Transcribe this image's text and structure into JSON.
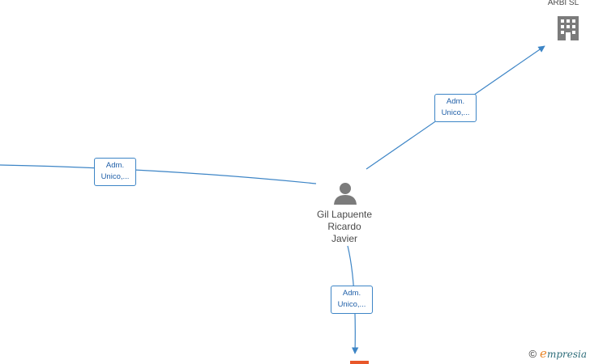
{
  "nodes": {
    "company_top": {
      "label": "ARBI  SL",
      "icon": "building-icon"
    },
    "person_center": {
      "label_lines": [
        "Gil Lapuente",
        "Ricardo",
        "Javier"
      ],
      "icon": "person-icon"
    },
    "company_bottom": {
      "icon": "building-icon"
    }
  },
  "edges": [
    {
      "id": "left",
      "label_lines": [
        "Adm.",
        "Unico,..."
      ]
    },
    {
      "id": "top",
      "label_lines": [
        "Adm.",
        "Unico,..."
      ]
    },
    {
      "id": "bottom",
      "label_lines": [
        "Adm.",
        "Unico,..."
      ]
    }
  ],
  "colors": {
    "edge": "#3d85c6",
    "node_icon": "#7b7b7b",
    "bottom_node_accent": "#e8572a"
  },
  "watermark": {
    "symbol": "©",
    "brand_initial": "e",
    "brand_rest": "mpresia"
  }
}
